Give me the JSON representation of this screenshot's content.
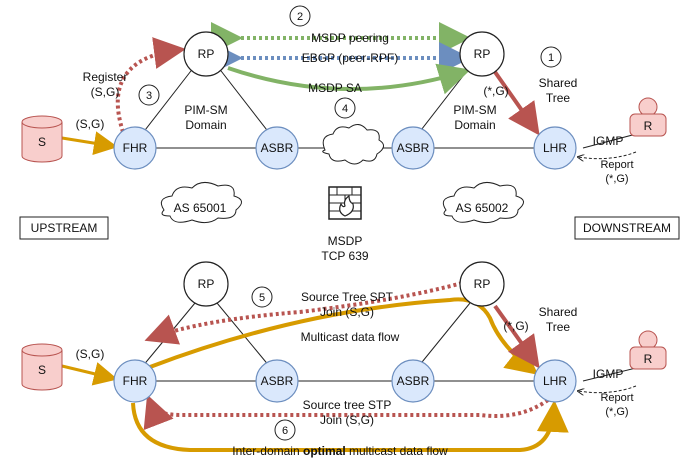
{
  "nodes": {
    "rp": "RP",
    "fhr": "FHR",
    "asbr": "ASBR",
    "lhr": "LHR",
    "source": "S",
    "receiver": "R"
  },
  "steps": [
    "1",
    "2",
    "3",
    "4",
    "5",
    "6"
  ],
  "top": {
    "msdp_peering": "MSDP peering",
    "ebgp": "EBGP (peer-RPF)",
    "msdp_sa": "MSDP SA",
    "register_line1": "Register",
    "register_line2": "(S,G)",
    "sg": "(S,G)",
    "pim_sm_line1": "PIM-SM",
    "pim_sm_line2": "Domain",
    "star_g": "(*,G)",
    "shared_line1": "Shared",
    "shared_line2": "Tree",
    "igmp": "IGMP",
    "report_line1": "Report",
    "report_line2": "(*,G)",
    "as_left": "AS 65001",
    "as_right": "AS 65002"
  },
  "middle": {
    "upstream": "UPSTREAM",
    "downstream": "DOWNSTREAM",
    "msdp_line1": "MSDP",
    "msdp_line2": "TCP 639"
  },
  "bottom": {
    "spt_line1": "Source Tree SPT",
    "spt_line2": "Join (S,G)",
    "multicast_flow": "Multicast data flow",
    "stp_line1": "Source tree STP",
    "stp_line2": "Join (S,G)",
    "interdomain_pre": "Inter-domain ",
    "interdomain_bold": "optimal",
    "interdomain_post": " multicast data flow",
    "sg": "(S,G)",
    "star_g": "(*,G)",
    "shared_line1": "Shared",
    "shared_line2": "Tree",
    "igmp": "IGMP",
    "report_line1": "Report",
    "report_line2": "(*,G)"
  },
  "colors": {
    "green": "#82b366",
    "blue": "#6c8ebf",
    "red": "#b85450",
    "orange": "#d79b00",
    "node_blue": "#dae8fc",
    "pink": "#f8cecc"
  }
}
